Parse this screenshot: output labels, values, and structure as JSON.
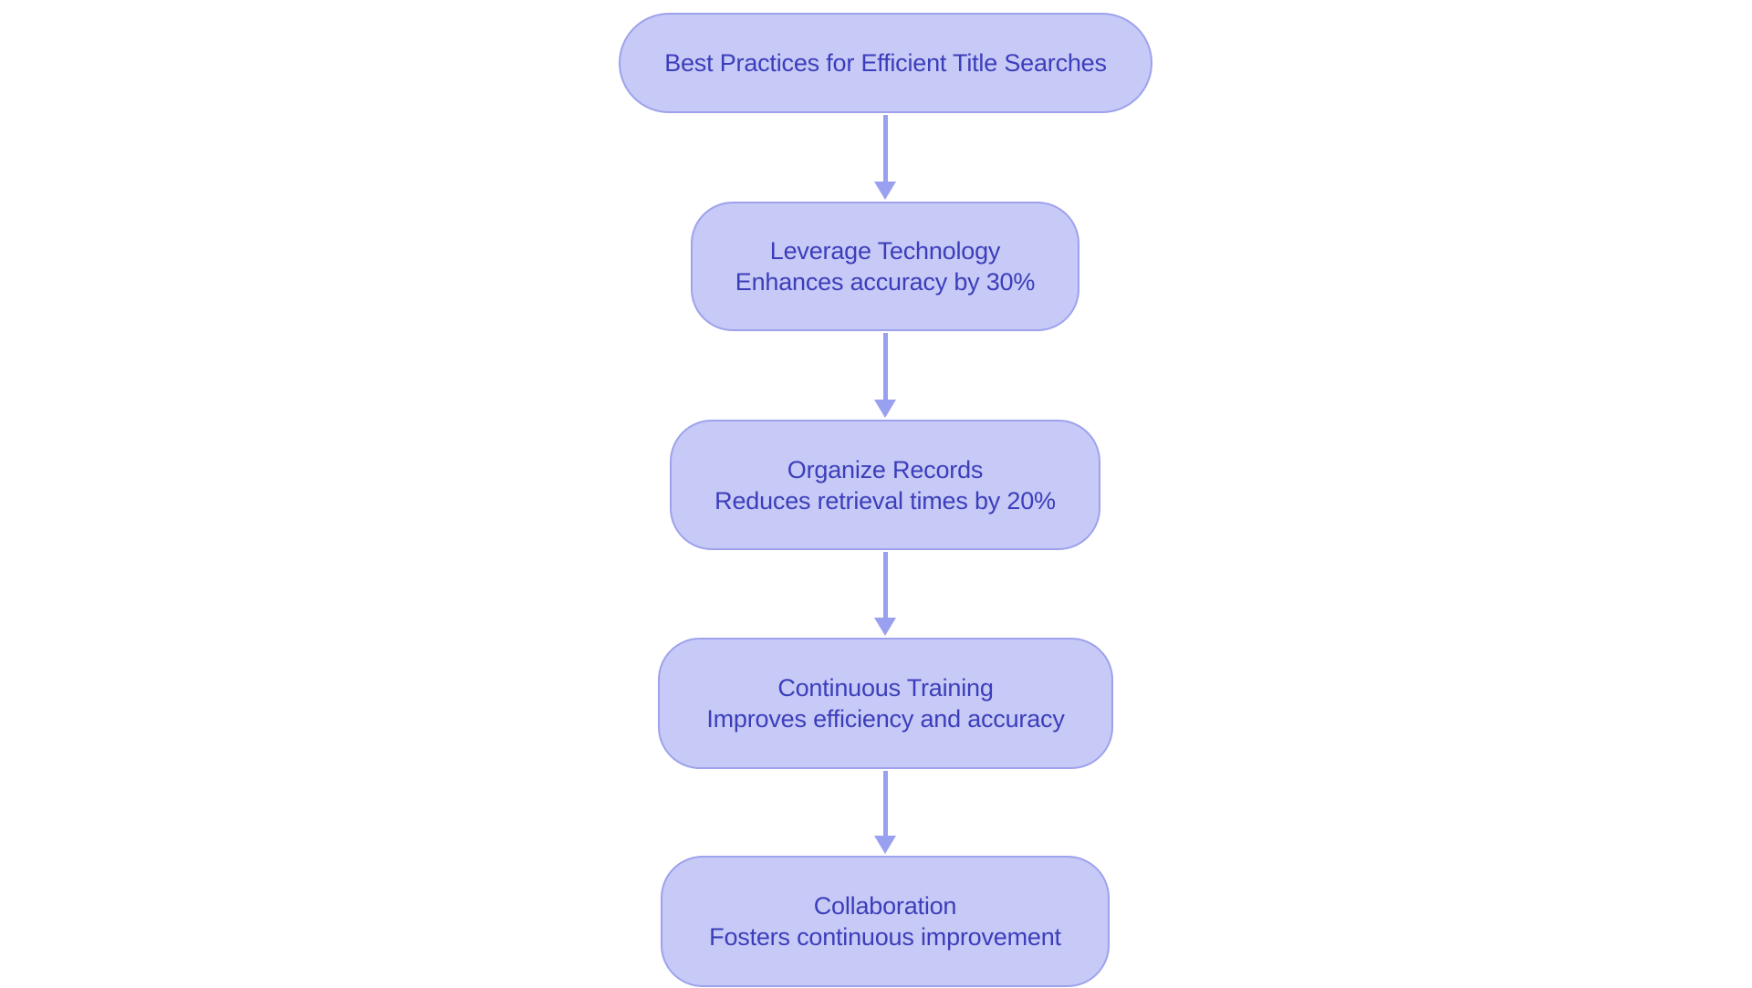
{
  "diagram": {
    "type": "flowchart",
    "direction": "top-down",
    "nodes": [
      {
        "title": "Best Practices for Efficient Title Searches",
        "subtitle": ""
      },
      {
        "title": "Leverage Technology",
        "subtitle": "Enhances accuracy by 30%"
      },
      {
        "title": "Organize Records",
        "subtitle": "Reduces retrieval times by 20%"
      },
      {
        "title": "Continuous Training",
        "subtitle": "Improves efficiency and accuracy"
      },
      {
        "title": "Collaboration",
        "subtitle": "Fosters continuous improvement"
      }
    ],
    "colors": {
      "background": "#ffffff",
      "node_fill": "#c7c9f6",
      "node_border": "#9da2ec",
      "node_text": "#3b3eba",
      "arrow": "#9aa0f0"
    }
  }
}
